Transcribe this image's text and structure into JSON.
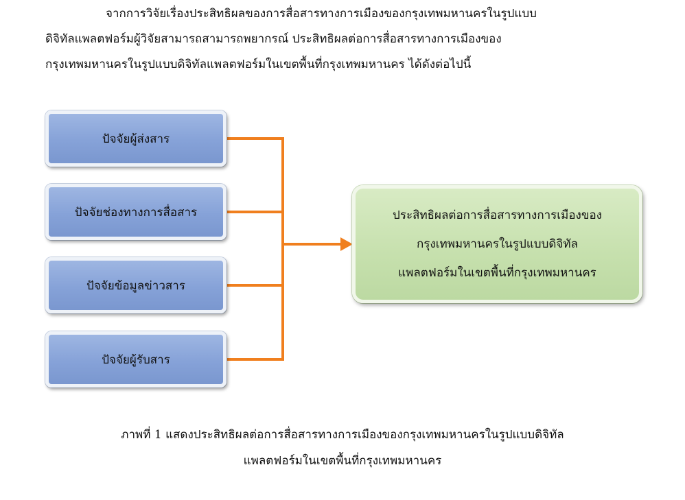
{
  "paragraph": {
    "line1": "จากการวิจัยเรื่องประสิทธิผลของการสื่อสารทางการเมืองของกรุงเทพมหานครในรูปแบบ",
    "line2": "ดิจิทัลแพลตฟอร์มผู้วิจัยสามารถสามารถพยากรณ์ ประสิทธิผลต่อการสื่อสารทางการเมืองของ",
    "line3": "กรุงเทพมหานครในรูปแบบดิจิทัลแพลตฟอร์มในเขตพื้นที่กรุงเทพมหานคร ได้ดังต่อไปนี้"
  },
  "diagram": {
    "factors": [
      {
        "label": "ปัจจัยผู้ส่งสาร"
      },
      {
        "label": "ปัจจัยช่องทางการสื่อสาร"
      },
      {
        "label": "ปัจจัยข้อมูลข่าวสาร"
      },
      {
        "label": "ปัจจัยผู้รับสาร"
      }
    ],
    "outcome": {
      "line1": "ประสิทธิผลต่อการสื่อสารทางการเมืองของ",
      "line2": "กรุงเทพมหานครในรูปแบบดิจิทัล",
      "line3": "แพลตฟอร์มในเขตพื้นที่กรุงเทพมหานคร"
    },
    "connector_color": "#f07f1e",
    "factor_color": "#86a2d8",
    "outcome_color": "#c6e0ad"
  },
  "caption": {
    "line1": "ภาพที่ 1 แสดงประสิทธิผลต่อการสื่อสารทางการเมืองของกรุงเทพมหานครในรูปแบบดิจิทัล",
    "line2": "แพลตฟอร์มในเขตพื้นที่กรุงเทพมหานคร"
  }
}
